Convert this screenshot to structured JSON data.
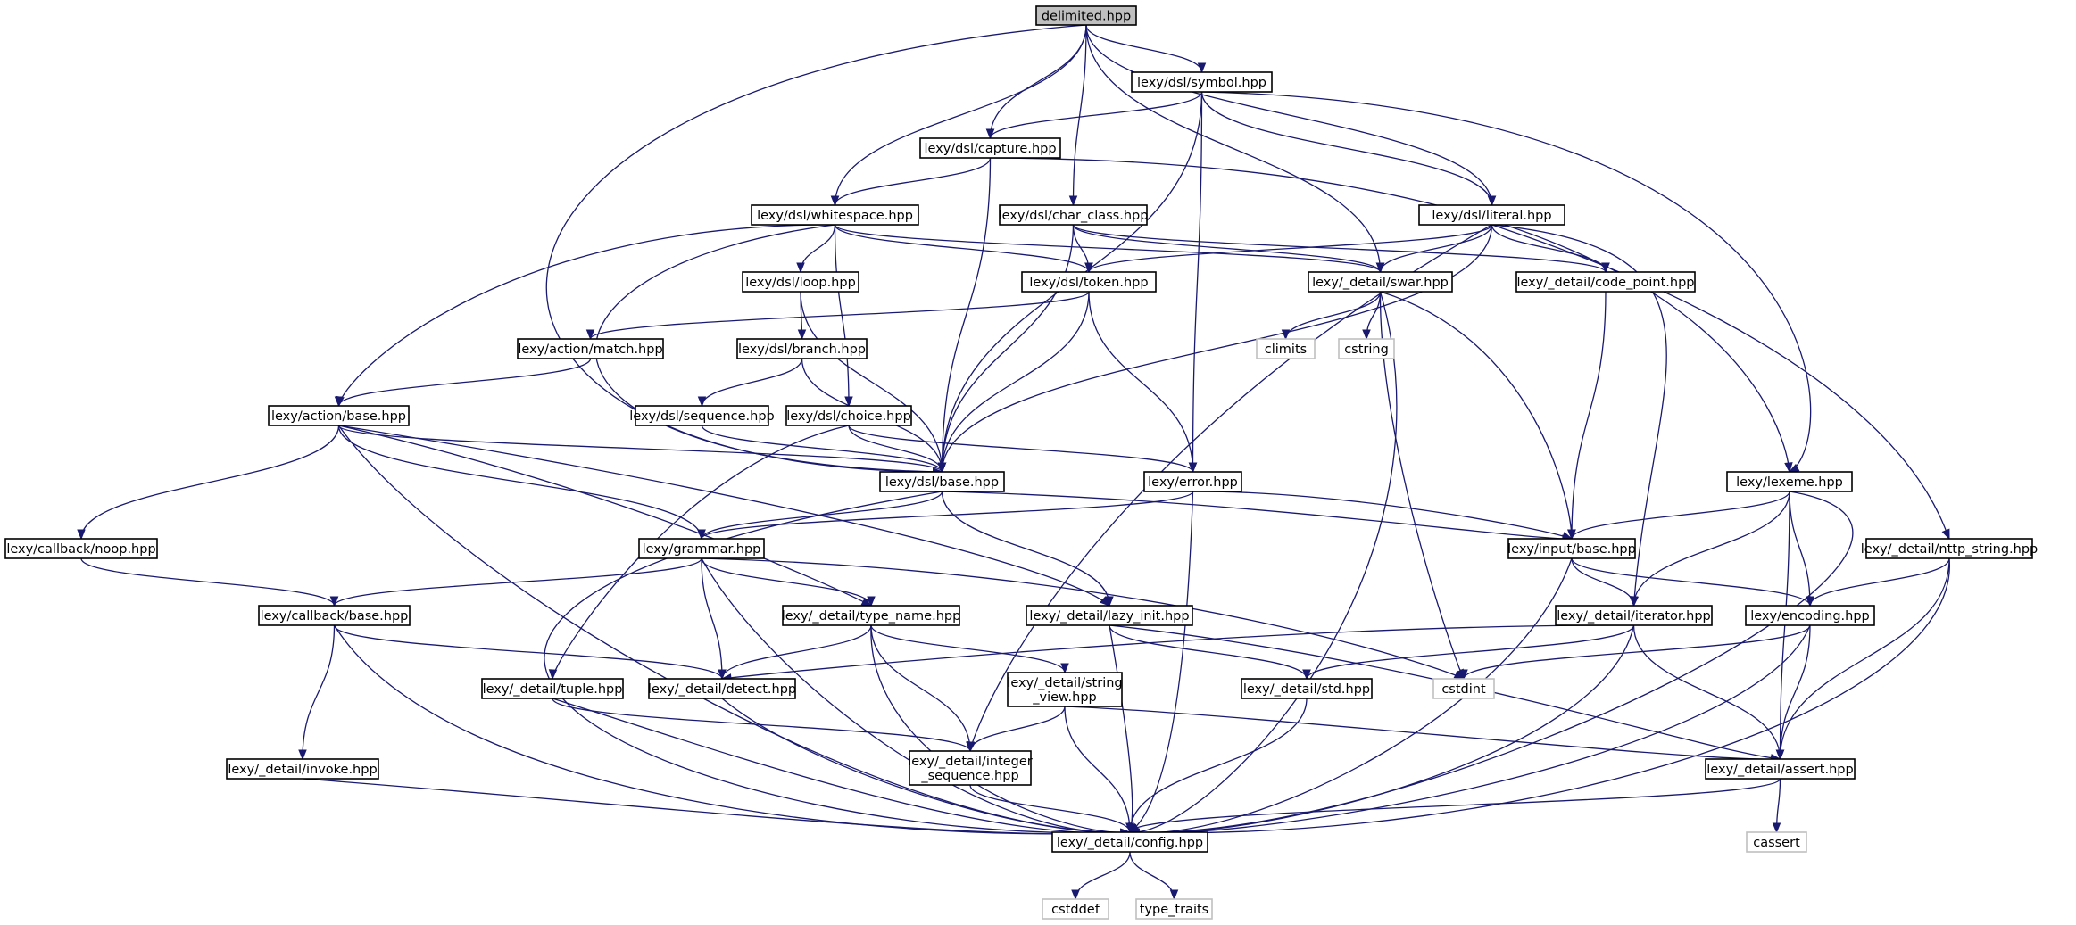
{
  "graph": {
    "nodes": [
      {
        "id": "delimited",
        "label": [
          "delimited.hpp"
        ],
        "root": true
      },
      {
        "id": "symbol",
        "label": [
          "lexy/dsl/symbol.hpp"
        ]
      },
      {
        "id": "capture",
        "label": [
          "lexy/dsl/capture.hpp"
        ]
      },
      {
        "id": "whitespace",
        "label": [
          "lexy/dsl/whitespace.hpp"
        ]
      },
      {
        "id": "char_class",
        "label": [
          "lexy/dsl/char_class.hpp"
        ]
      },
      {
        "id": "literal",
        "label": [
          "lexy/dsl/literal.hpp"
        ]
      },
      {
        "id": "loop",
        "label": [
          "lexy/dsl/loop.hpp"
        ]
      },
      {
        "id": "token",
        "label": [
          "lexy/dsl/token.hpp"
        ]
      },
      {
        "id": "swar",
        "label": [
          "lexy/_detail/swar.hpp"
        ]
      },
      {
        "id": "code_point",
        "label": [
          "lexy/_detail/code_point.hpp"
        ]
      },
      {
        "id": "match",
        "label": [
          "lexy/action/match.hpp"
        ]
      },
      {
        "id": "branch",
        "label": [
          "lexy/dsl/branch.hpp"
        ]
      },
      {
        "id": "climits",
        "label": [
          "climits"
        ],
        "external": true
      },
      {
        "id": "cstring",
        "label": [
          "cstring"
        ],
        "external": true
      },
      {
        "id": "action_base",
        "label": [
          "lexy/action/base.hpp"
        ]
      },
      {
        "id": "sequence",
        "label": [
          "lexy/dsl/sequence.hpp"
        ]
      },
      {
        "id": "choice",
        "label": [
          "lexy/dsl/choice.hpp"
        ]
      },
      {
        "id": "dsl_base",
        "label": [
          "lexy/dsl/base.hpp"
        ]
      },
      {
        "id": "error",
        "label": [
          "lexy/error.hpp"
        ]
      },
      {
        "id": "lexeme",
        "label": [
          "lexy/lexeme.hpp"
        ]
      },
      {
        "id": "noop",
        "label": [
          "lexy/callback/noop.hpp"
        ]
      },
      {
        "id": "grammar",
        "label": [
          "lexy/grammar.hpp"
        ]
      },
      {
        "id": "input_base",
        "label": [
          "lexy/input/base.hpp"
        ]
      },
      {
        "id": "nttp_string",
        "label": [
          "lexy/_detail/nttp_string.hpp"
        ]
      },
      {
        "id": "callback_base",
        "label": [
          "lexy/callback/base.hpp"
        ]
      },
      {
        "id": "type_name",
        "label": [
          "lexy/_detail/type_name.hpp"
        ]
      },
      {
        "id": "lazy_init",
        "label": [
          "lexy/_detail/lazy_init.hpp"
        ]
      },
      {
        "id": "iterator",
        "label": [
          "lexy/_detail/iterator.hpp"
        ]
      },
      {
        "id": "encoding",
        "label": [
          "lexy/encoding.hpp"
        ]
      },
      {
        "id": "tuple",
        "label": [
          "lexy/_detail/tuple.hpp"
        ]
      },
      {
        "id": "detect",
        "label": [
          "lexy/_detail/detect.hpp"
        ]
      },
      {
        "id": "string_view",
        "label": [
          "lexy/_detail/string",
          "_view.hpp"
        ]
      },
      {
        "id": "std",
        "label": [
          "lexy/_detail/std.hpp"
        ]
      },
      {
        "id": "cstdint",
        "label": [
          "cstdint"
        ],
        "external": true
      },
      {
        "id": "invoke",
        "label": [
          "lexy/_detail/invoke.hpp"
        ]
      },
      {
        "id": "integer_sequence",
        "label": [
          "lexy/_detail/integer",
          "_sequence.hpp"
        ]
      },
      {
        "id": "assert",
        "label": [
          "lexy/_detail/assert.hpp"
        ]
      },
      {
        "id": "config",
        "label": [
          "lexy/_detail/config.hpp"
        ]
      },
      {
        "id": "cassert",
        "label": [
          "cassert"
        ],
        "external": true
      },
      {
        "id": "cstddef",
        "label": [
          "cstddef"
        ],
        "external": true
      },
      {
        "id": "type_traits",
        "label": [
          "type_traits"
        ],
        "external": true
      }
    ],
    "edges": [
      [
        "delimited",
        "symbol"
      ],
      [
        "delimited",
        "capture"
      ],
      [
        "delimited",
        "whitespace"
      ],
      [
        "delimited",
        "char_class"
      ],
      [
        "delimited",
        "literal"
      ],
      [
        "delimited",
        "swar"
      ],
      [
        "delimited",
        "dsl_base"
      ],
      [
        "symbol",
        "capture"
      ],
      [
        "symbol",
        "literal"
      ],
      [
        "symbol",
        "dsl_base"
      ],
      [
        "symbol",
        "error"
      ],
      [
        "symbol",
        "lexeme"
      ],
      [
        "capture",
        "whitespace"
      ],
      [
        "capture",
        "dsl_base"
      ],
      [
        "capture",
        "lexeme"
      ],
      [
        "whitespace",
        "loop"
      ],
      [
        "whitespace",
        "token"
      ],
      [
        "whitespace",
        "swar"
      ],
      [
        "whitespace",
        "choice"
      ],
      [
        "whitespace",
        "action_base"
      ],
      [
        "whitespace",
        "dsl_base"
      ],
      [
        "char_class",
        "token"
      ],
      [
        "char_class",
        "swar"
      ],
      [
        "char_class",
        "code_point"
      ],
      [
        "char_class",
        "dsl_base"
      ],
      [
        "literal",
        "token"
      ],
      [
        "literal",
        "swar"
      ],
      [
        "literal",
        "code_point"
      ],
      [
        "literal",
        "dsl_base"
      ],
      [
        "literal",
        "iterator"
      ],
      [
        "literal",
        "nttp_string"
      ],
      [
        "literal",
        "integer_sequence"
      ],
      [
        "loop",
        "branch"
      ],
      [
        "loop",
        "dsl_base"
      ],
      [
        "token",
        "match"
      ],
      [
        "token",
        "dsl_base"
      ],
      [
        "token",
        "error"
      ],
      [
        "swar",
        "climits"
      ],
      [
        "swar",
        "cstring"
      ],
      [
        "swar",
        "input_base"
      ],
      [
        "swar",
        "cstdint"
      ],
      [
        "swar",
        "config"
      ],
      [
        "code_point",
        "input_base"
      ],
      [
        "match",
        "action_base"
      ],
      [
        "branch",
        "sequence"
      ],
      [
        "branch",
        "dsl_base"
      ],
      [
        "action_base",
        "dsl_base"
      ],
      [
        "action_base",
        "grammar"
      ],
      [
        "action_base",
        "noop"
      ],
      [
        "action_base",
        "type_name"
      ],
      [
        "action_base",
        "lazy_init"
      ],
      [
        "action_base",
        "config"
      ],
      [
        "sequence",
        "dsl_base"
      ],
      [
        "choice",
        "dsl_base"
      ],
      [
        "choice",
        "error"
      ],
      [
        "choice",
        "tuple"
      ],
      [
        "dsl_base",
        "grammar"
      ],
      [
        "dsl_base",
        "input_base"
      ],
      [
        "dsl_base",
        "lazy_init"
      ],
      [
        "dsl_base",
        "config"
      ],
      [
        "error",
        "grammar"
      ],
      [
        "error",
        "input_base"
      ],
      [
        "error",
        "config"
      ],
      [
        "lexeme",
        "input_base"
      ],
      [
        "lexeme",
        "iterator"
      ],
      [
        "lexeme",
        "encoding"
      ],
      [
        "lexeme",
        "assert"
      ],
      [
        "lexeme",
        "config"
      ],
      [
        "noop",
        "callback_base"
      ],
      [
        "grammar",
        "callback_base"
      ],
      [
        "grammar",
        "type_name"
      ],
      [
        "grammar",
        "detect"
      ],
      [
        "grammar",
        "cstdint"
      ],
      [
        "grammar",
        "config"
      ],
      [
        "input_base",
        "iterator"
      ],
      [
        "input_base",
        "encoding"
      ],
      [
        "input_base",
        "config"
      ],
      [
        "nttp_string",
        "encoding"
      ],
      [
        "nttp_string",
        "assert"
      ],
      [
        "nttp_string",
        "config"
      ],
      [
        "callback_base",
        "detect"
      ],
      [
        "callback_base",
        "invoke"
      ],
      [
        "callback_base",
        "config"
      ],
      [
        "type_name",
        "detect"
      ],
      [
        "type_name",
        "string_view"
      ],
      [
        "type_name",
        "integer_sequence"
      ],
      [
        "type_name",
        "config"
      ],
      [
        "lazy_init",
        "std"
      ],
      [
        "lazy_init",
        "assert"
      ],
      [
        "lazy_init",
        "config"
      ],
      [
        "iterator",
        "detect"
      ],
      [
        "iterator",
        "std"
      ],
      [
        "iterator",
        "assert"
      ],
      [
        "iterator",
        "config"
      ],
      [
        "encoding",
        "cstdint"
      ],
      [
        "encoding",
        "assert"
      ],
      [
        "encoding",
        "config"
      ],
      [
        "tuple",
        "integer_sequence"
      ],
      [
        "tuple",
        "config"
      ],
      [
        "detect",
        "config"
      ],
      [
        "string_view",
        "integer_sequence"
      ],
      [
        "string_view",
        "assert"
      ],
      [
        "string_view",
        "config"
      ],
      [
        "std",
        "config"
      ],
      [
        "invoke",
        "config"
      ],
      [
        "integer_sequence",
        "config"
      ],
      [
        "assert",
        "cassert"
      ],
      [
        "assert",
        "config"
      ],
      [
        "config",
        "cstddef"
      ],
      [
        "config",
        "type_traits"
      ]
    ]
  }
}
